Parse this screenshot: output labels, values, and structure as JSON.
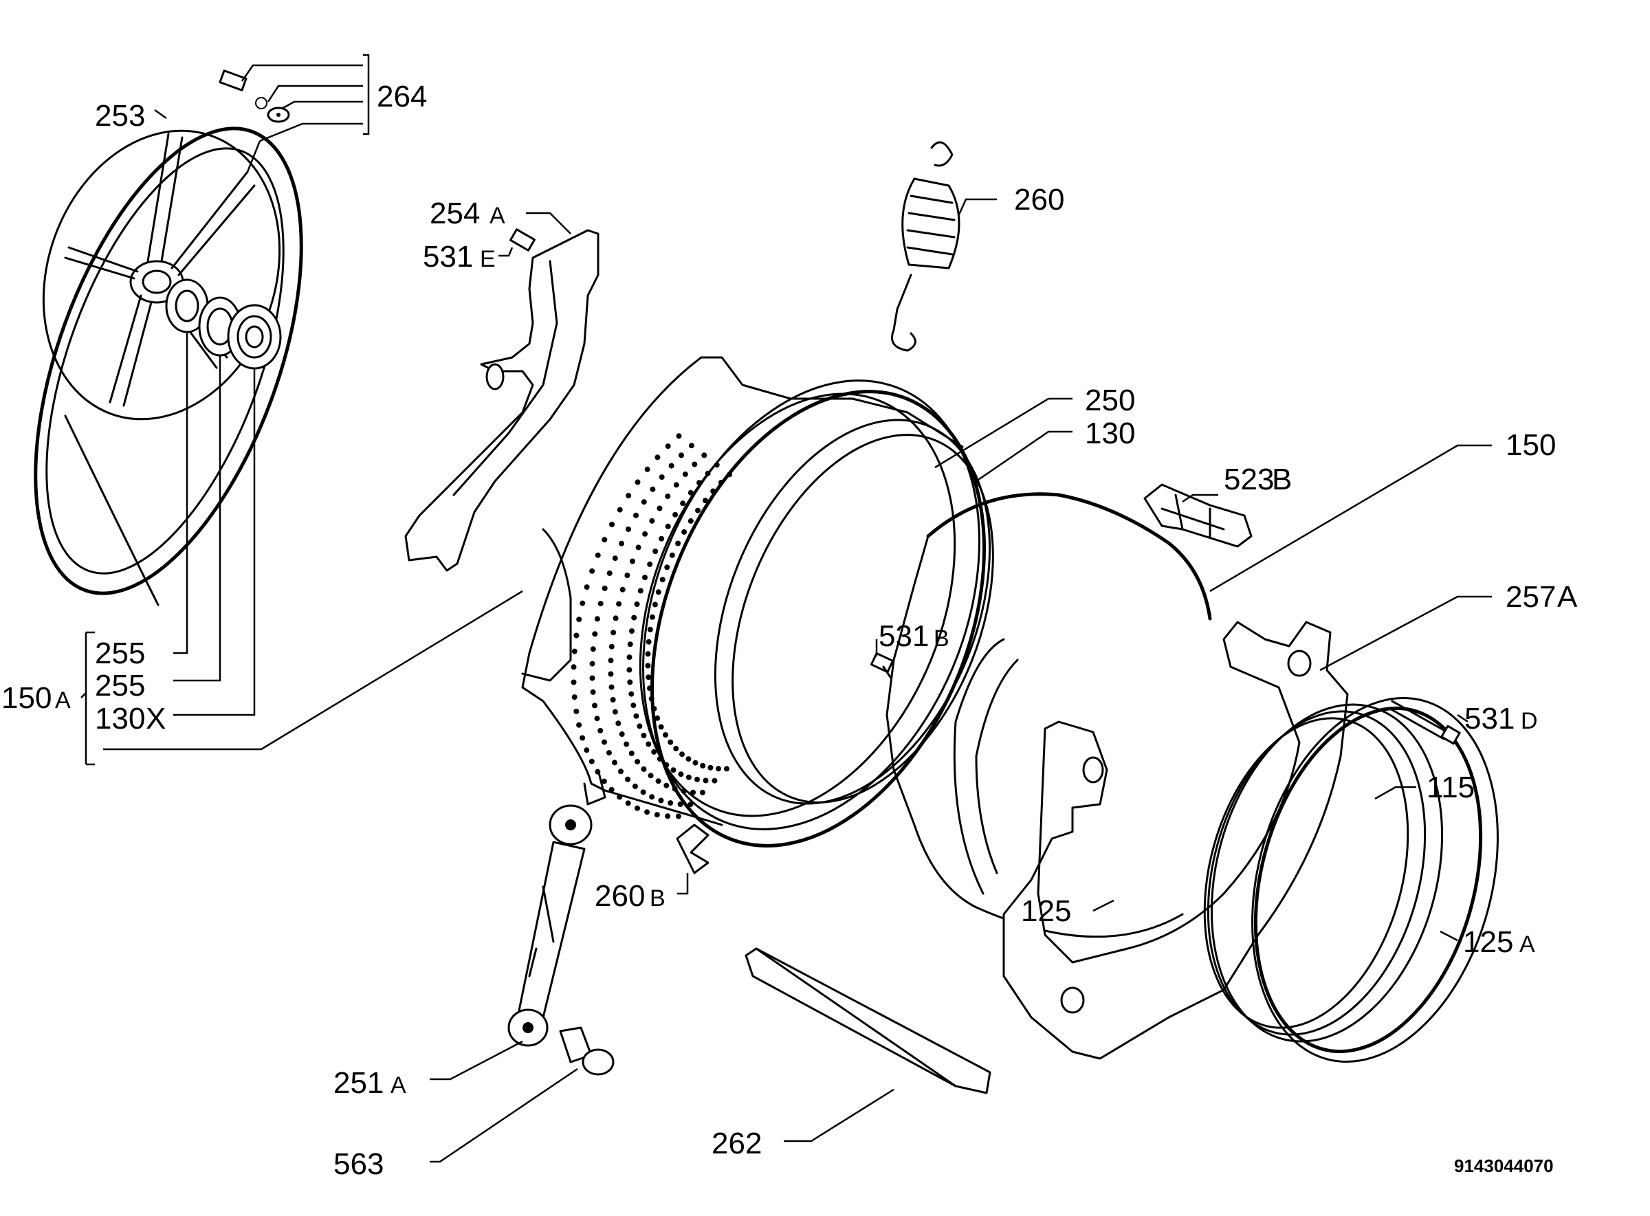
{
  "diagram": {
    "part_code": "9143044070",
    "labels": {
      "p253": {
        "num": "253",
        "suffix": ""
      },
      "p264": {
        "num": "264",
        "suffix": ""
      },
      "p254a": {
        "num": "254",
        "suffix": "A"
      },
      "p531e": {
        "num": "531",
        "suffix": "E"
      },
      "p260": {
        "num": "260",
        "suffix": ""
      },
      "p250": {
        "num": "250",
        "suffix": ""
      },
      "p130": {
        "num": "130",
        "suffix": ""
      },
      "p150": {
        "num": "150",
        "suffix": ""
      },
      "p523b": {
        "num": "523",
        "suffix": "B"
      },
      "p257a": {
        "num": "257",
        "suffix": "A"
      },
      "p531b": {
        "num": "531",
        "suffix": "B"
      },
      "p531d": {
        "num": "531",
        "suffix": "D"
      },
      "p115": {
        "num": "115",
        "suffix": ""
      },
      "p125": {
        "num": "125",
        "suffix": ""
      },
      "p125a": {
        "num": "125",
        "suffix": "A"
      },
      "p255a": {
        "num": "255",
        "suffix": ""
      },
      "p255b": {
        "num": "255",
        "suffix": ""
      },
      "p130x": {
        "num": "130",
        "suffix": "X"
      },
      "p150a": {
        "num": "150",
        "suffix": "A"
      },
      "p260b": {
        "num": "260",
        "suffix": "B"
      },
      "p251a": {
        "num": "251",
        "suffix": "A"
      },
      "p563": {
        "num": "563",
        "suffix": ""
      },
      "p262": {
        "num": "262",
        "suffix": ""
      }
    }
  }
}
